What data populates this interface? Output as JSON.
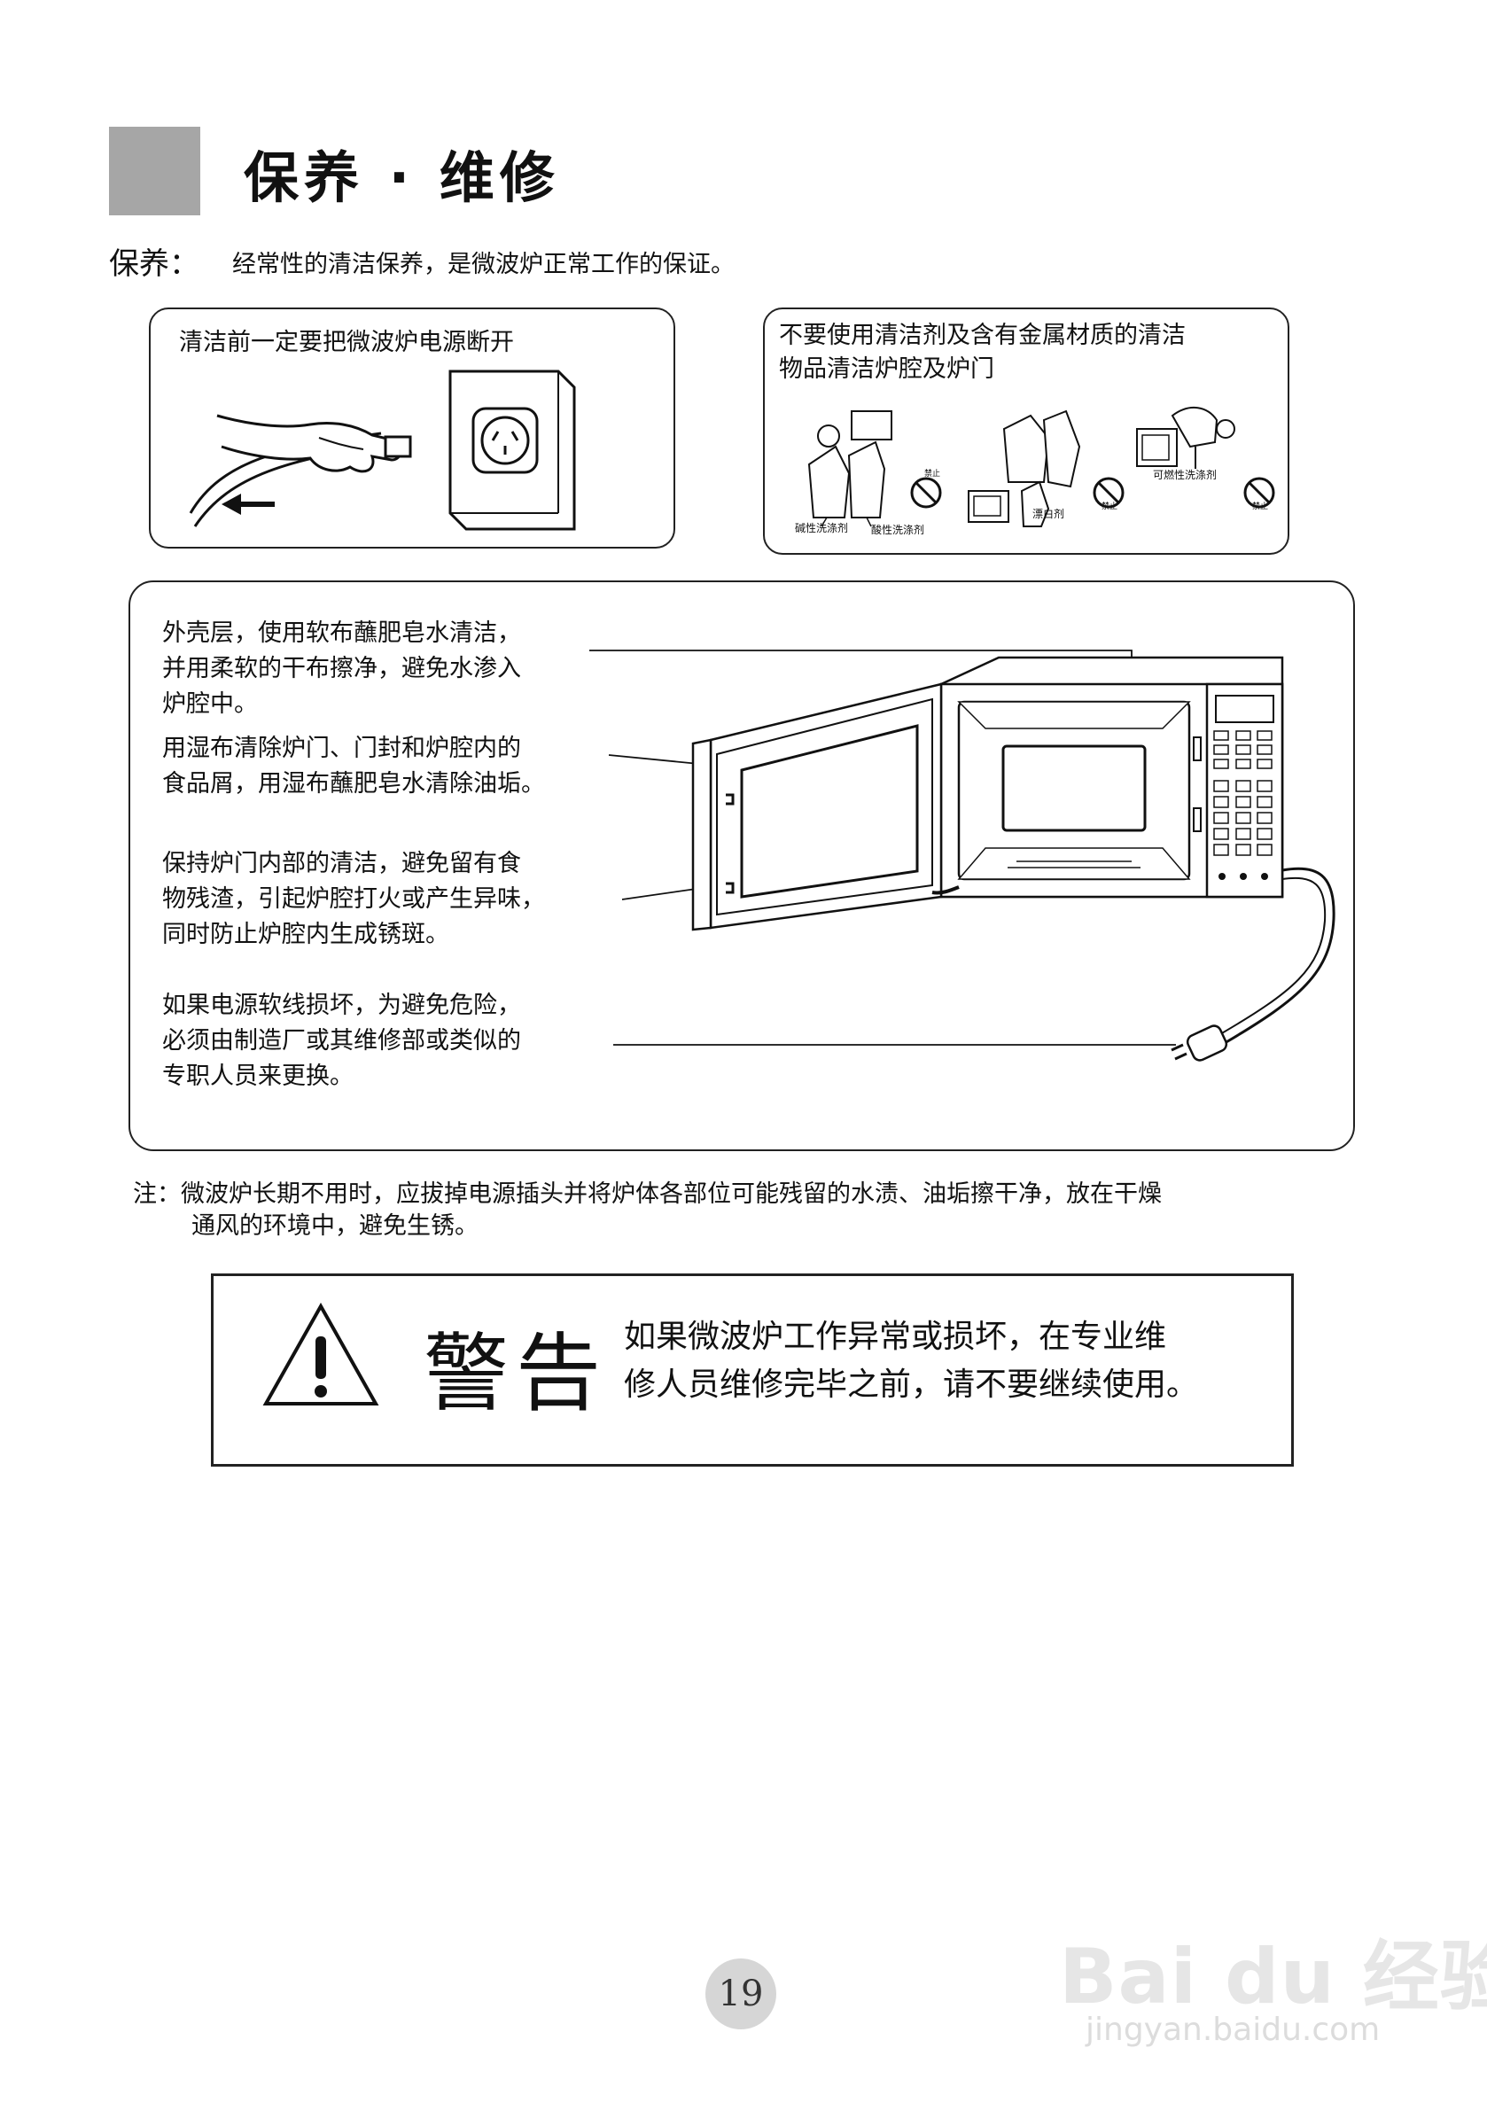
{
  "header": {
    "title": "保养 · 维修"
  },
  "maintenance": {
    "label": "保养：",
    "text": "经常性的清洁保养，是微波炉正常工作的保证。"
  },
  "panel_unplug": {
    "caption": "清洁前一定要把微波炉电源断开"
  },
  "panel_no_detergent": {
    "caption_line1": "不要使用清洁剂及含有金属材质的清洁",
    "caption_line2": "物品清洁炉腔及炉门",
    "labels": {
      "alkaline": "碱性洗涤剂",
      "acidic": "酸性洗涤剂",
      "bleach": "漂白剂",
      "flammable": "可燃性洗涤剂",
      "forbidden": "禁止"
    }
  },
  "care_panel": {
    "items": [
      [
        "外壳层，使用软布蘸肥皂水清洁，",
        "并用柔软的干布擦净，避免水渗入",
        "炉腔中。"
      ],
      [
        "用湿布清除炉门、门封和炉腔内的",
        "食品屑，用湿布蘸肥皂水清除油垢。"
      ],
      [
        "保持炉门内部的清洁，避免留有食",
        "物残渣，引起炉腔打火或产生异味，",
        "同时防止炉腔内生成锈斑。"
      ],
      [
        "如果电源软线损坏，为避免危险，",
        "必须由制造厂或其维修部或类似的",
        "专职人员来更换。"
      ]
    ]
  },
  "note": {
    "line1": "注：微波炉长期不用时，应拔掉电源插头并将炉体各部位可能残留的水渍、油垢擦干净，放在干燥",
    "line2": "通风的环境中，避免生锈。"
  },
  "warning": {
    "title": "警告",
    "line1": "如果微波炉工作异常或损坏，在专业维",
    "line2": "修人员维修完毕之前，请不要继续使用。"
  },
  "page_number": "19",
  "watermark": {
    "brand": "Bai du 经验",
    "url": "jingyan.baidu.com"
  }
}
